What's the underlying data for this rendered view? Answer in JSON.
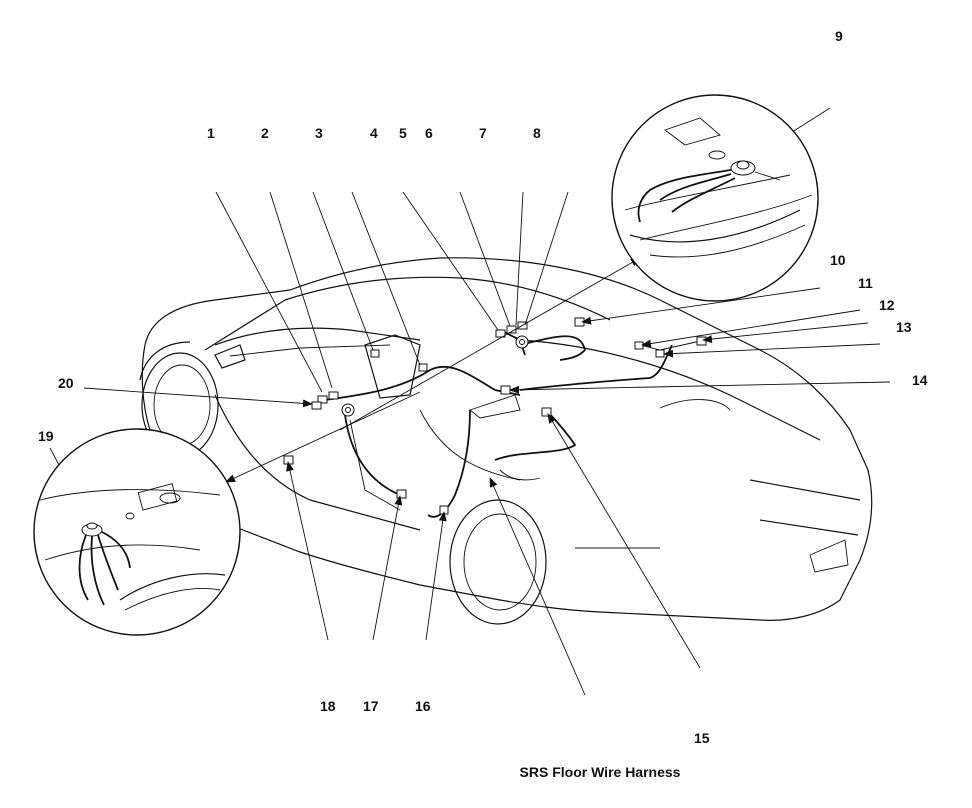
{
  "caption": "SRS Floor Wire Harness",
  "callouts": [
    {
      "id": "c1",
      "label": "1"
    },
    {
      "id": "c2",
      "label": "2"
    },
    {
      "id": "c3",
      "label": "3"
    },
    {
      "id": "c4",
      "label": "4"
    },
    {
      "id": "c5",
      "label": "5"
    },
    {
      "id": "c6",
      "label": "6"
    },
    {
      "id": "c7",
      "label": "7"
    },
    {
      "id": "c8",
      "label": "8"
    },
    {
      "id": "c9",
      "label": "9"
    },
    {
      "id": "c10",
      "label": "10"
    },
    {
      "id": "c11",
      "label": "11"
    },
    {
      "id": "c12",
      "label": "12"
    },
    {
      "id": "c13",
      "label": "13"
    },
    {
      "id": "c14",
      "label": "14"
    },
    {
      "id": "c15",
      "label": "15"
    },
    {
      "id": "c16",
      "label": "16"
    },
    {
      "id": "c17",
      "label": "17"
    },
    {
      "id": "c18",
      "label": "18"
    },
    {
      "id": "c19",
      "label": "19"
    },
    {
      "id": "c20",
      "label": "20"
    }
  ]
}
